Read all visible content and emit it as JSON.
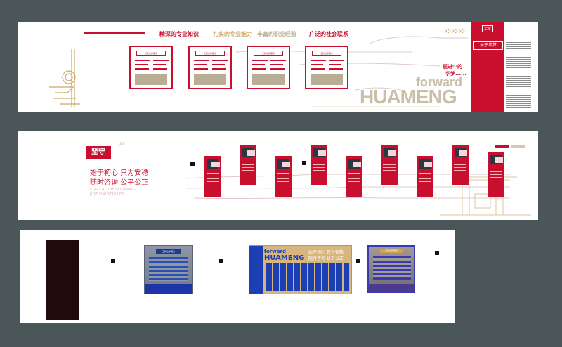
{
  "panel1": {
    "slogans": [
      "精深的专业知识",
      "扎实的专业能力",
      "丰富的职业经验",
      "广泛的社会联系"
    ],
    "cards": [
      {
        "title": "王牌法律服务"
      },
      {
        "title": "王牌法律服务"
      },
      {
        "title": "王牌法律服务"
      },
      {
        "title": "王牌法律服务"
      }
    ],
    "logo": "华梦",
    "forward": "forward",
    "huameng": "HUAMENG",
    "advancing": "前进中的",
    "huameng_cn": "华梦......",
    "about_title": "关于华梦",
    "colors": {
      "red": "#c8102e",
      "gold": "#c9a968",
      "gray": "#c9c9c9"
    }
  },
  "panel2": {
    "badge": "坚守",
    "line1": "始于初心  只为安稳",
    "line2": "随时咨询  公平公正",
    "sub1": "START AT THE BEGINNING",
    "sub2": "JUST FOR STABILITY"
  },
  "panel3": {
    "screen1_title": "王牌法律服务",
    "screen3_title": "王牌法律服务",
    "forward": "forward",
    "huameng": "HUAMENG",
    "slogan1": "始于初心  只为安稳",
    "slogan2": "随时咨询  公平公正"
  }
}
